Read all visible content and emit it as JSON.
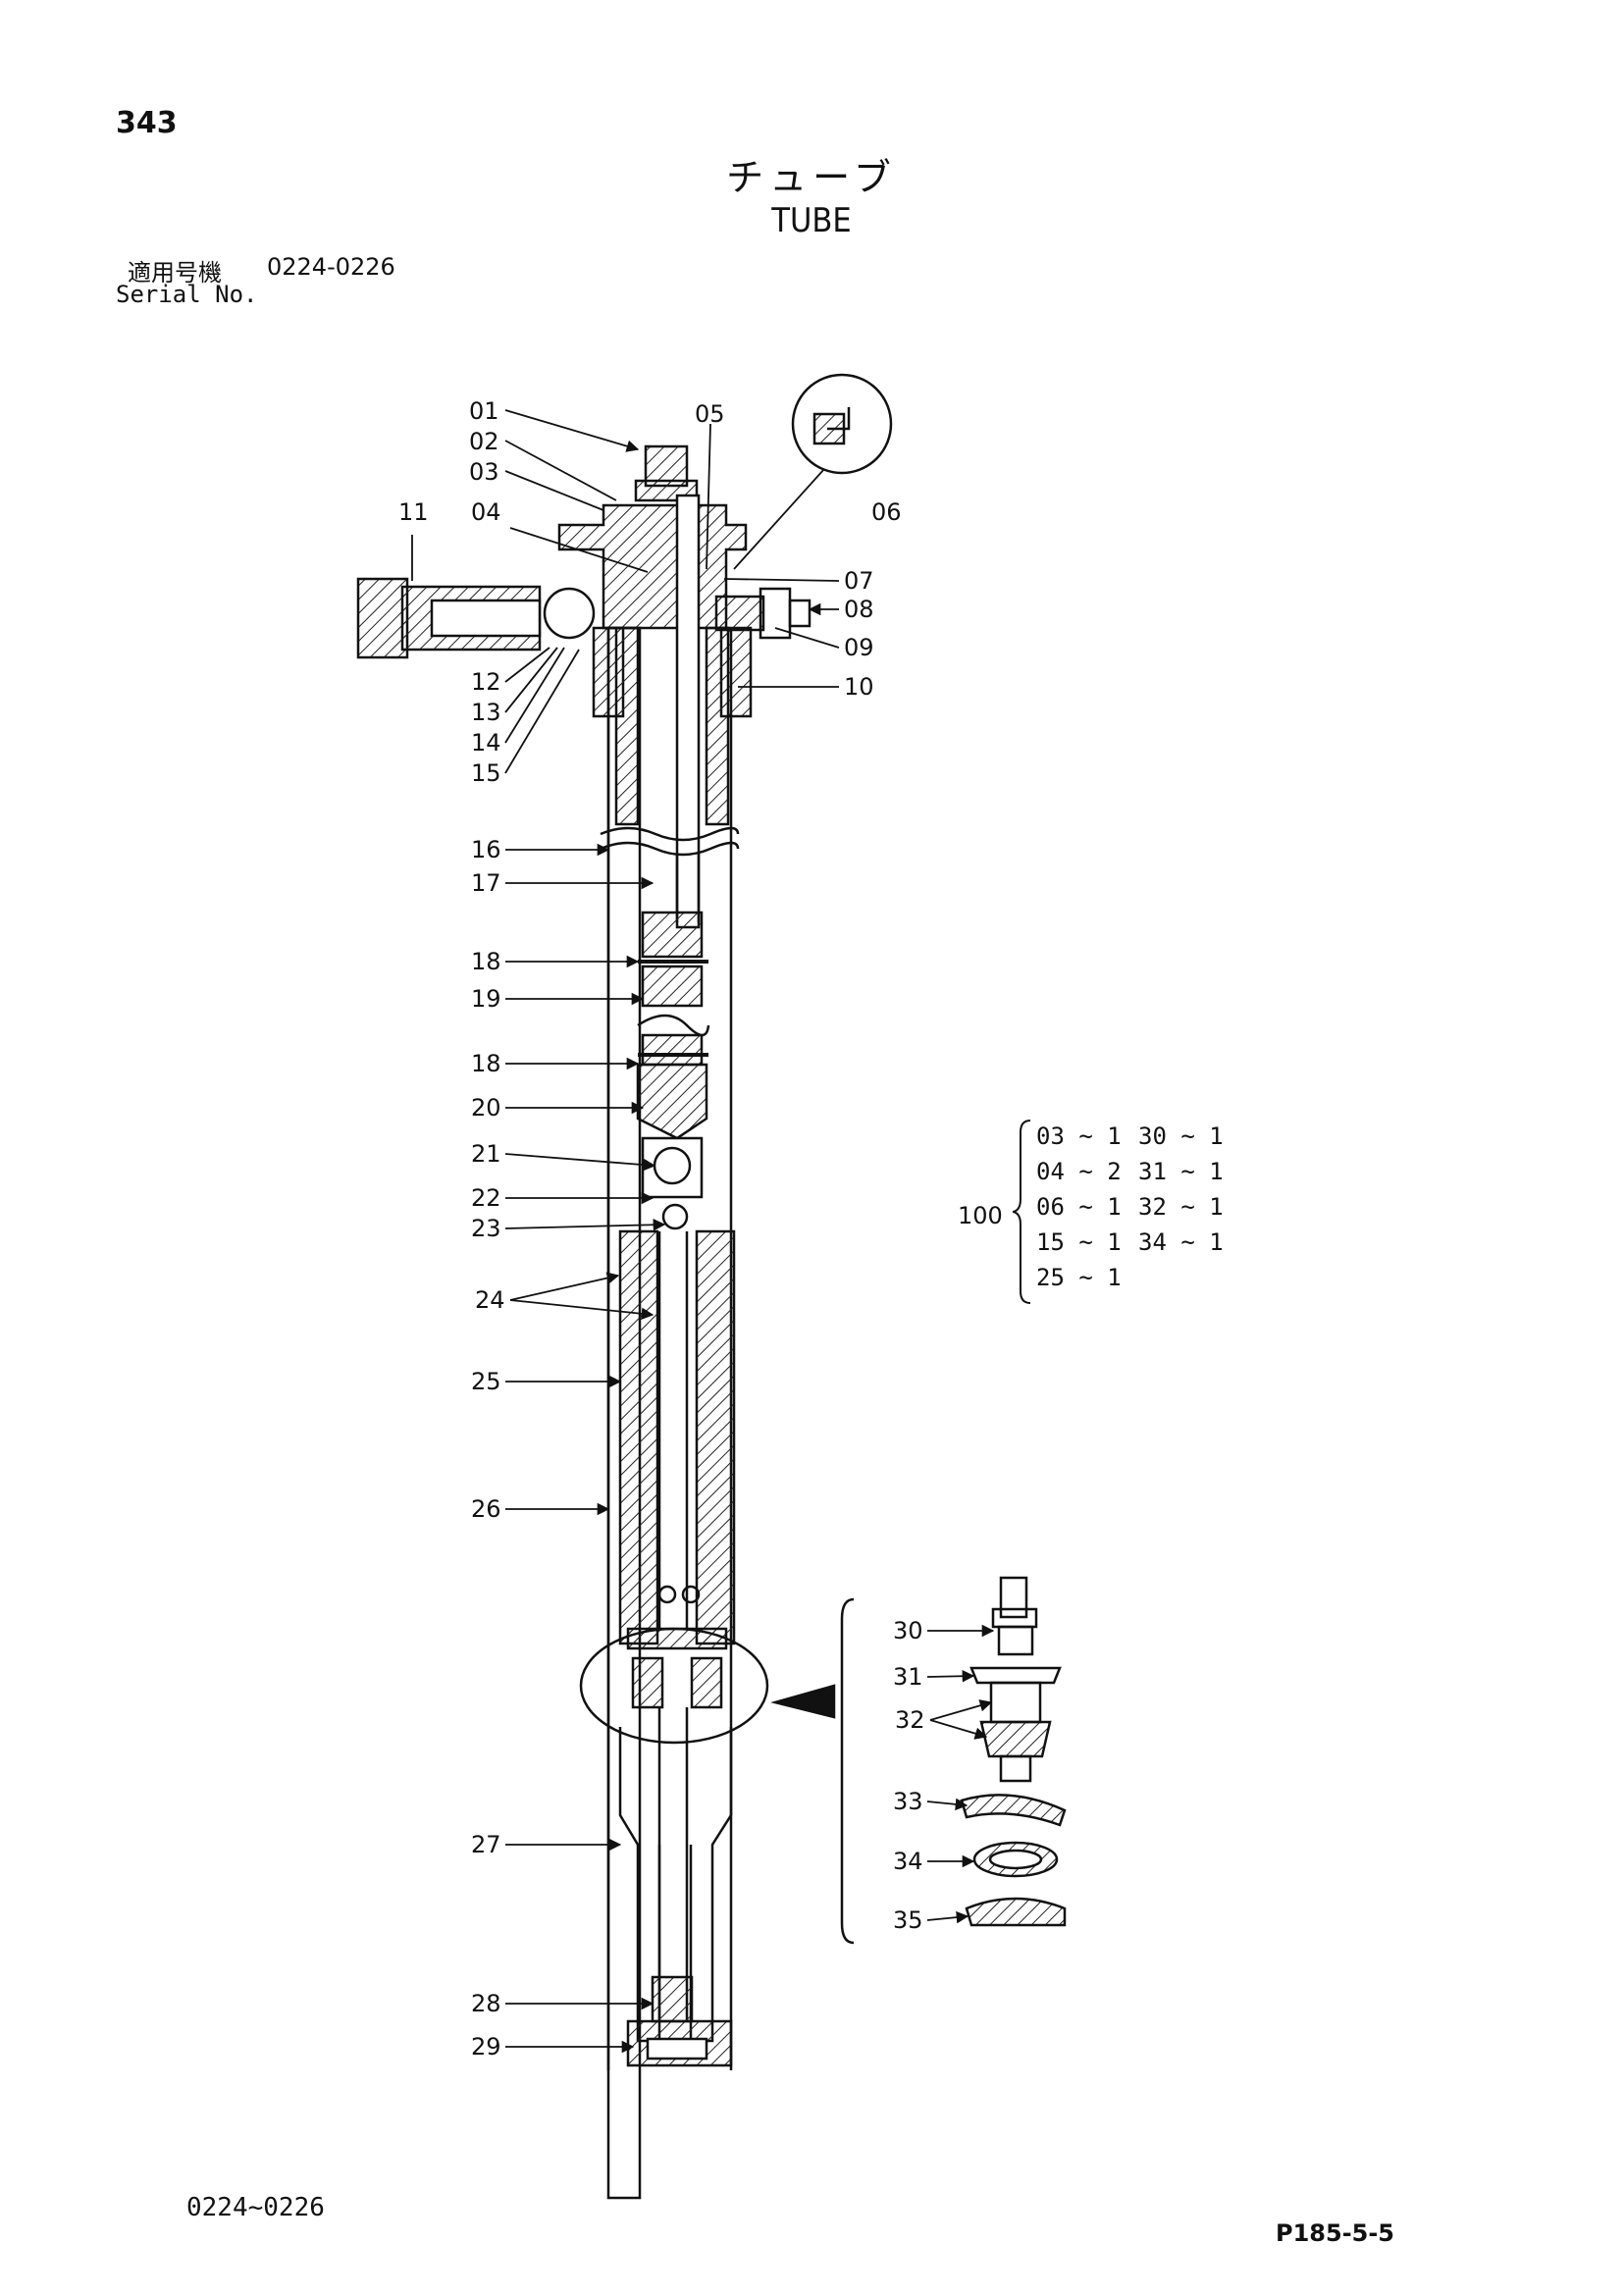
{
  "page_number": "343",
  "title_jp": "チューブ",
  "title_en": "TUBE",
  "serial": {
    "label_jp": "適用号機",
    "value": "0224-0226",
    "label_en": "Serial No."
  },
  "footer": {
    "serial_range": "0224~0226",
    "page_code": "P185-5-5"
  },
  "callouts": {
    "c01": "01",
    "c02": "02",
    "c03": "03",
    "c04": "04",
    "c05": "05",
    "c06": "06",
    "c07": "07",
    "c08": "08",
    "c09": "09",
    "c10": "10",
    "c11": "11",
    "c12": "12",
    "c13": "13",
    "c14": "14",
    "c15": "15",
    "c16": "16",
    "c17": "17",
    "c18a": "18",
    "c19": "19",
    "c18b": "18",
    "c20": "20",
    "c21": "21",
    "c22": "22",
    "c23": "23",
    "c24": "24",
    "c25": "25",
    "c26": "26",
    "c27": "27",
    "c28": "28",
    "c29": "29",
    "c30": "30",
    "c31": "31",
    "c32": "32",
    "c33": "33",
    "c34": "34",
    "c35": "35"
  },
  "kit": {
    "id": "100",
    "rows": [
      {
        "left": "03 ~ 1",
        "right": "30 ~ 1"
      },
      {
        "left": "04 ~ 2",
        "right": "31 ~ 1"
      },
      {
        "left": "06 ~ 1",
        "right": "32 ~ 1"
      },
      {
        "left": "15 ~ 1",
        "right": "34 ~ 1"
      },
      {
        "left": "25 ~ 1",
        "right": ""
      }
    ]
  }
}
